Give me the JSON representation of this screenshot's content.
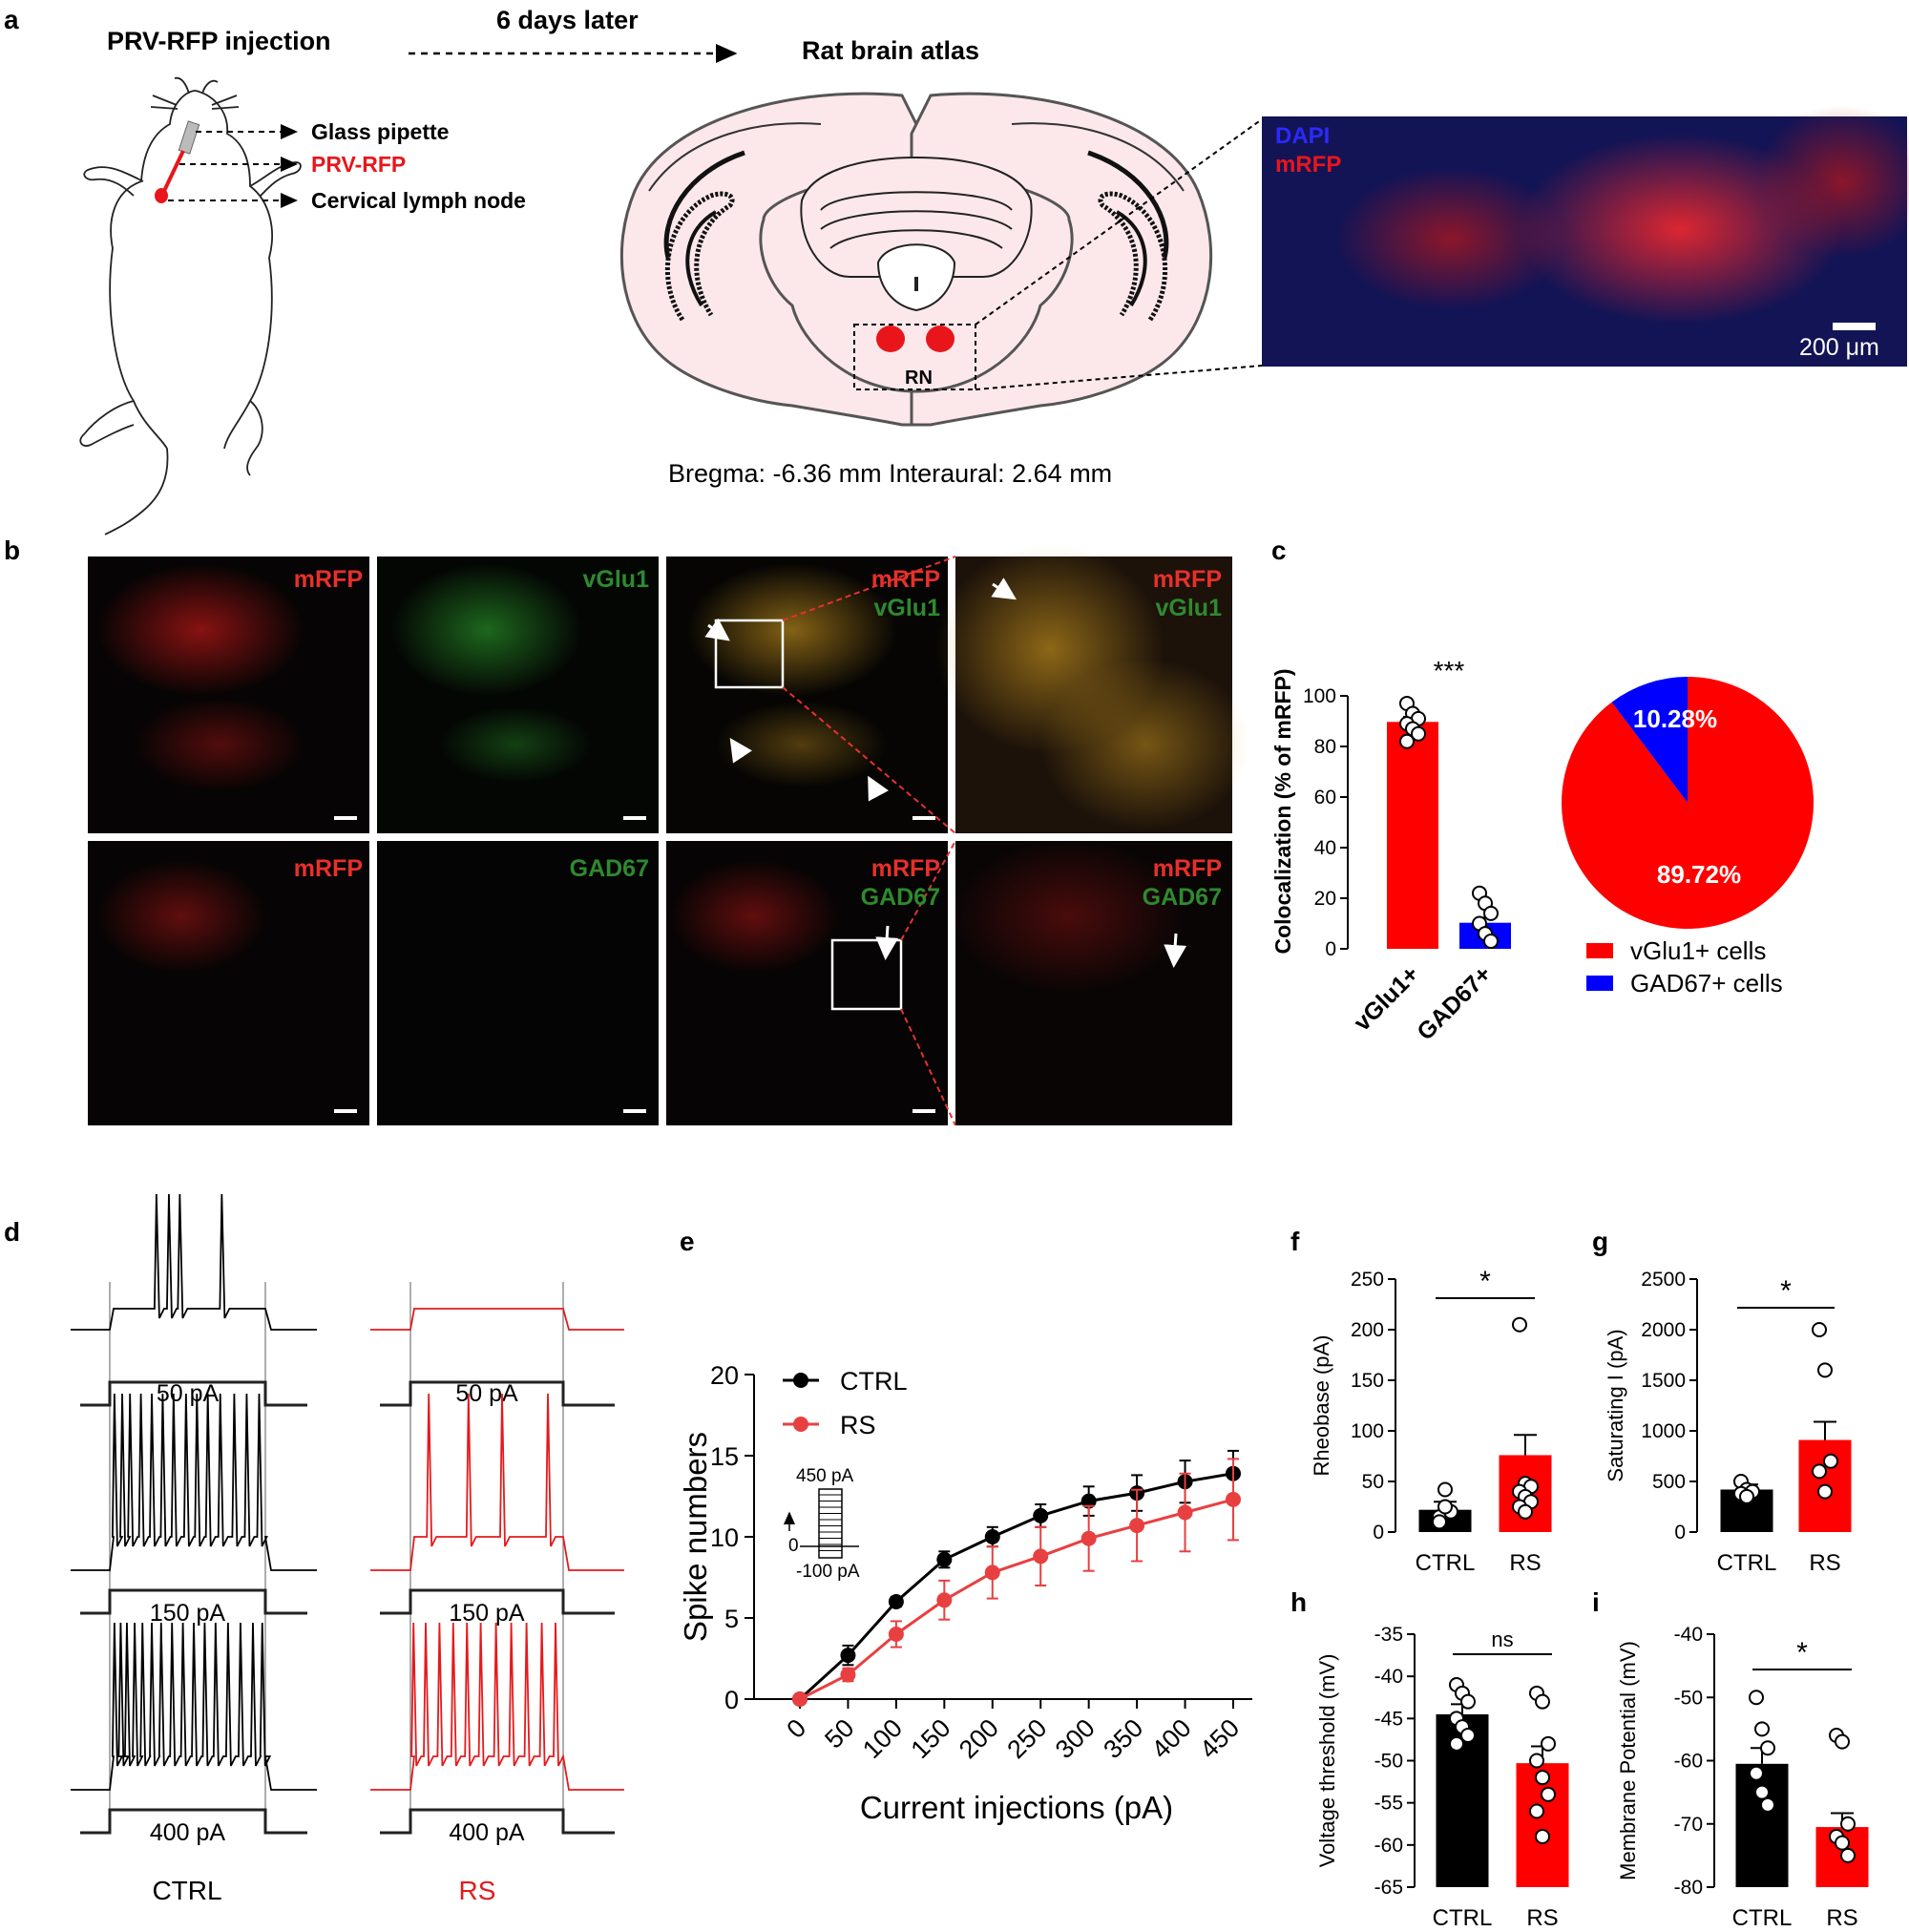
{
  "panel_letters": [
    "a",
    "b",
    "c",
    "d",
    "e",
    "f",
    "g",
    "h",
    "i"
  ],
  "panel_a": {
    "injection_title": "PRV-RFP injection",
    "days_later": "6 days later",
    "atlas_title": "Rat brain atlas",
    "labels": [
      "Glass pipette",
      "PRV-RFP",
      "Cervical lymph node"
    ],
    "region": "RN",
    "bregma": "Bregma: -6.36 mm Interaural: 2.64 mm",
    "micro_labels": [
      "DAPI",
      "mRFP"
    ],
    "scale_bar": "200 μm",
    "colors": {
      "red": "#e8161b",
      "blue": "#2020e0",
      "brain_fill": "#fce8ea"
    }
  },
  "panel_b": {
    "row1": [
      "mRFP",
      "vGlu1",
      "mRFP",
      "vGlu1",
      "mRFP",
      "vGlu1"
    ],
    "row2": [
      "mRFP",
      "GAD67",
      "mRFP",
      "GAD67",
      "mRFP",
      "GAD67"
    ]
  },
  "chart_data": [
    {
      "panel": "c-bar",
      "type": "bar",
      "categories": [
        "vGlu1+",
        "GAD67+"
      ],
      "values": [
        89.7,
        10.3
      ],
      "colors": [
        "#ff0000",
        "#0000ff"
      ],
      "ylabel": "Colocalization (% of mRFP)",
      "ylim": [
        0,
        100
      ],
      "yticks": [
        0,
        20,
        40,
        60,
        80,
        100
      ],
      "sig": "***"
    },
    {
      "panel": "c-pie",
      "type": "pie",
      "slices": [
        {
          "label": "vGlu1+ cells",
          "value": 89.72,
          "text": "89.72%",
          "color": "#ff0000"
        },
        {
          "label": "GAD67+ cells",
          "value": 10.28,
          "text": "10.28%",
          "color": "#0000ff"
        }
      ]
    },
    {
      "panel": "e",
      "type": "line",
      "x": [
        0,
        50,
        100,
        150,
        200,
        250,
        300,
        350,
        400,
        450
      ],
      "series": [
        {
          "name": "CTRL",
          "color": "#000000",
          "values": [
            0,
            2.7,
            6.0,
            8.6,
            10.0,
            11.3,
            12.2,
            12.7,
            13.4,
            13.9
          ],
          "err": [
            0,
            0.6,
            0.3,
            0.5,
            0.6,
            0.7,
            0.9,
            1.1,
            1.3,
            1.4
          ]
        },
        {
          "name": "RS",
          "color": "#e84040",
          "values": [
            0,
            1.5,
            4.0,
            6.1,
            7.8,
            8.8,
            9.9,
            10.7,
            11.5,
            12.3
          ],
          "err": [
            0,
            0.4,
            0.8,
            1.2,
            1.6,
            1.8,
            2.0,
            2.2,
            2.4,
            2.5
          ]
        }
      ],
      "xlabel": "Current injections (pA)",
      "ylabel": "Spike numbers",
      "ylim": [
        0,
        20
      ],
      "yticks": [
        0,
        5,
        10,
        15,
        20
      ],
      "inset": [
        "450 pA",
        "0",
        "-100 pA"
      ]
    },
    {
      "panel": "f",
      "type": "bar",
      "categories": [
        "CTRL",
        "RS"
      ],
      "values": [
        22,
        76
      ],
      "err": [
        8,
        20
      ],
      "colors": [
        "#000000",
        "#ff0000"
      ],
      "ylabel": "Rheobase (pA)",
      "ylim": [
        0,
        250
      ],
      "yticks": [
        0,
        50,
        100,
        150,
        200,
        250
      ],
      "points": [
        [
          15,
          42,
          20,
          10,
          25
        ],
        [
          205,
          48,
          45,
          40,
          35,
          30,
          25,
          20
        ]
      ],
      "sig": "*"
    },
    {
      "panel": "g",
      "type": "bar",
      "categories": [
        "CTRL",
        "RS"
      ],
      "values": [
        420,
        910
      ],
      "err": [
        50,
        180
      ],
      "colors": [
        "#000000",
        "#ff0000"
      ],
      "ylabel": "Saturating I (pA)",
      "ylim": [
        0,
        2500
      ],
      "yticks": [
        0,
        500,
        1000,
        1500,
        2000,
        2500
      ],
      "points": [
        [
          500,
          420,
          400,
          380,
          350
        ],
        [
          2000,
          1600,
          700,
          600,
          400
        ]
      ],
      "sig": "*"
    },
    {
      "panel": "h",
      "type": "bar",
      "categories": [
        "CTRL",
        "RS"
      ],
      "values": [
        -44.5,
        -50.3
      ],
      "err": [
        1.2,
        2.0
      ],
      "colors": [
        "#000000",
        "#ff0000"
      ],
      "ylabel": "Voltage threshold (mV)",
      "ylim": [
        -65,
        -35
      ],
      "yticks": [
        -35,
        -40,
        -45,
        -50,
        -55,
        -60,
        -65
      ],
      "points": [
        [
          -41,
          -42,
          -43,
          -45,
          -46,
          -47,
          -48
        ],
        [
          -42,
          -43,
          -48,
          -50,
          -52,
          -54,
          -56,
          -59
        ]
      ],
      "sig": "ns"
    },
    {
      "panel": "i",
      "type": "bar",
      "categories": [
        "CTRL",
        "RS"
      ],
      "values": [
        -60.5,
        -70.5
      ],
      "err": [
        2.5,
        2.2
      ],
      "colors": [
        "#000000",
        "#ff0000"
      ],
      "ylabel": "Membrane Potential (mV)",
      "ylim": [
        -80,
        -40
      ],
      "yticks": [
        -40,
        -50,
        -60,
        -70,
        -80
      ],
      "points": [
        [
          -50,
          -55,
          -58,
          -62,
          -65,
          -67
        ],
        [
          -56,
          -57,
          -70,
          -72,
          -73,
          -75
        ]
      ],
      "sig": "*"
    }
  ],
  "panel_d": {
    "currents": [
      "50 pA",
      "150 pA",
      "400 pA"
    ],
    "groups": [
      "CTRL",
      "RS"
    ],
    "colors": {
      "CTRL": "#000000",
      "RS": "#e41a1c"
    }
  }
}
